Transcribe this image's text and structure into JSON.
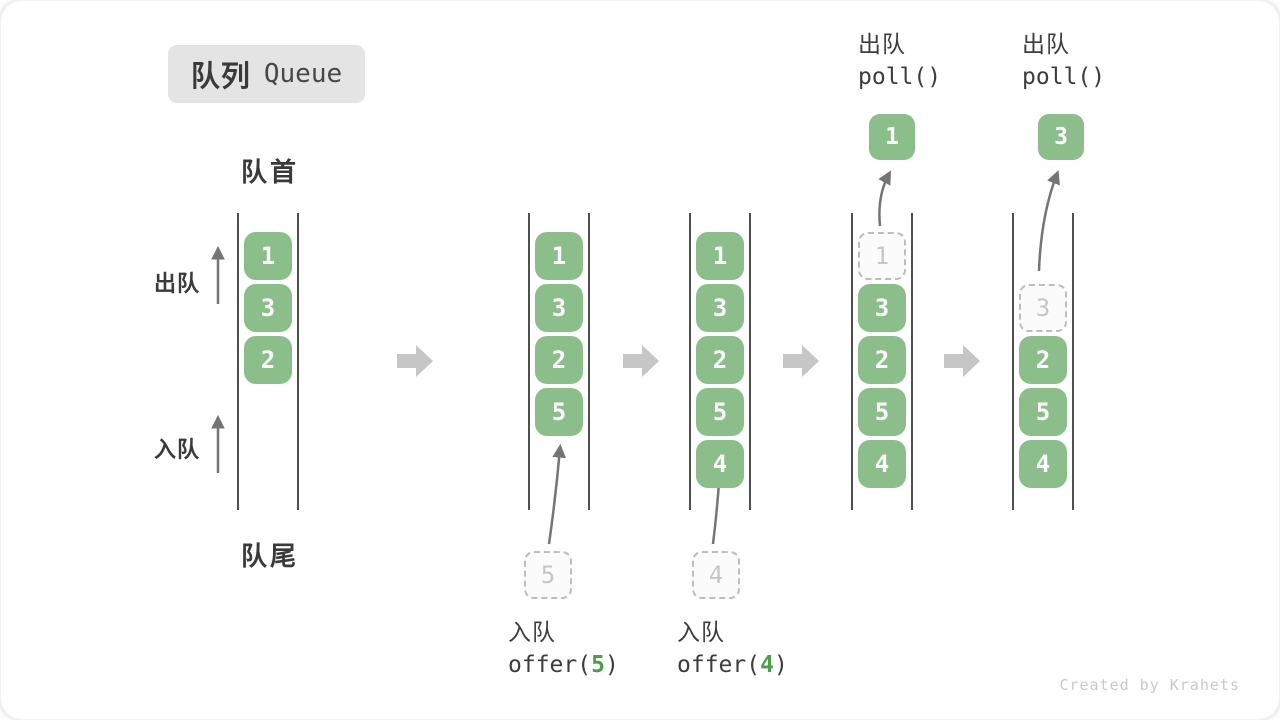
{
  "title": {
    "zh": "队列",
    "en": "Queue"
  },
  "labels": {
    "front": "队首",
    "rear": "队尾",
    "side_dequeue": "出队",
    "side_enqueue": "入队"
  },
  "queue_states": [
    {
      "cells": [
        {
          "slot": 1,
          "value": "1",
          "style": "filled"
        },
        {
          "slot": 2,
          "value": "3",
          "style": "filled"
        },
        {
          "slot": 3,
          "value": "2",
          "style": "filled"
        }
      ]
    },
    {
      "cells": [
        {
          "slot": 1,
          "value": "1",
          "style": "filled"
        },
        {
          "slot": 2,
          "value": "3",
          "style": "filled"
        },
        {
          "slot": 3,
          "value": "2",
          "style": "filled"
        },
        {
          "slot": 4,
          "value": "5",
          "style": "filled"
        }
      ]
    },
    {
      "cells": [
        {
          "slot": 1,
          "value": "1",
          "style": "filled"
        },
        {
          "slot": 2,
          "value": "3",
          "style": "filled"
        },
        {
          "slot": 3,
          "value": "2",
          "style": "filled"
        },
        {
          "slot": 4,
          "value": "5",
          "style": "filled"
        },
        {
          "slot": 5,
          "value": "4",
          "style": "filled"
        }
      ]
    },
    {
      "cells": [
        {
          "slot": 1,
          "value": "1",
          "style": "ghost"
        },
        {
          "slot": 2,
          "value": "3",
          "style": "filled"
        },
        {
          "slot": 3,
          "value": "2",
          "style": "filled"
        },
        {
          "slot": 4,
          "value": "5",
          "style": "filled"
        },
        {
          "slot": 5,
          "value": "4",
          "style": "filled"
        }
      ]
    },
    {
      "cells": [
        {
          "slot": 2,
          "value": "3",
          "style": "ghost"
        },
        {
          "slot": 3,
          "value": "2",
          "style": "filled"
        },
        {
          "slot": 4,
          "value": "5",
          "style": "filled"
        },
        {
          "slot": 5,
          "value": "4",
          "style": "filled"
        }
      ]
    }
  ],
  "floating_boxes": [
    {
      "name": "enqueue-candidate-5",
      "value": "5",
      "style": "ghost"
    },
    {
      "name": "enqueue-candidate-4",
      "value": "4",
      "style": "ghost"
    },
    {
      "name": "dequeued-result-1",
      "value": "1",
      "style": "filled small"
    },
    {
      "name": "dequeued-result-3",
      "value": "3",
      "style": "filled small"
    }
  ],
  "operations": [
    {
      "name": "op-enqueue-5",
      "zh": "入队",
      "code_pre": "offer(",
      "code_arg": "5",
      "code_post": ")"
    },
    {
      "name": "op-enqueue-4",
      "zh": "入队",
      "code_pre": "offer(",
      "code_arg": "4",
      "code_post": ")"
    },
    {
      "name": "op-dequeue-1",
      "zh": "出队",
      "code_pre": "poll()",
      "code_arg": "",
      "code_post": ""
    },
    {
      "name": "op-dequeue-2",
      "zh": "出队",
      "code_pre": "poll()",
      "code_arg": "",
      "code_post": ""
    }
  ],
  "watermark": "Created by Krahets",
  "colors": {
    "cell_green": "#8CBE8C",
    "code_green": "#4C9E4C",
    "transition_arrow": "#C6C6C6",
    "thin_arrow": "#757575"
  }
}
